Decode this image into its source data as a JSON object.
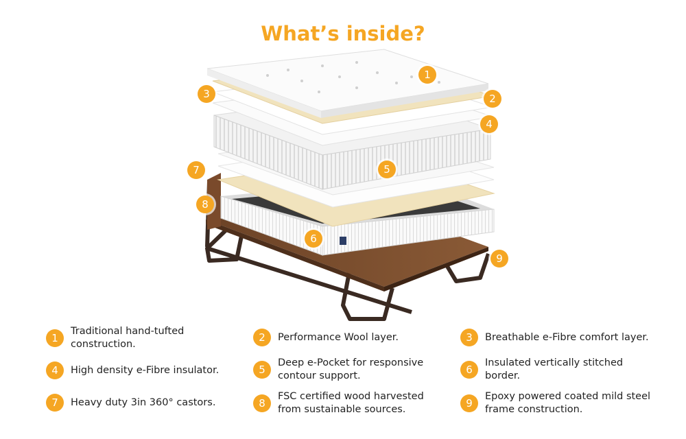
{
  "title": "What’s inside?",
  "accent_color": "#f5a623",
  "callouts": [
    "1",
    "2",
    "3",
    "4",
    "5",
    "6",
    "7",
    "8",
    "9"
  ],
  "features": [
    {
      "num": "1",
      "text": "Traditional hand-tufted construction."
    },
    {
      "num": "2",
      "text": "Performance Wool layer."
    },
    {
      "num": "3",
      "text": "Breathable e-Fibre comfort layer."
    },
    {
      "num": "4",
      "text": "High density e-Fibre insulator."
    },
    {
      "num": "5",
      "text": "Deep e-Pocket for responsive contour support."
    },
    {
      "num": "6",
      "text": "Insulated vertically stitched border."
    },
    {
      "num": "7",
      "text": "Heavy duty 3in 360° castors."
    },
    {
      "num": "8",
      "text": "FSC certified wood harvested from sustainable sources."
    },
    {
      "num": "9",
      "text": "Epoxy powered coated mild steel frame construction."
    }
  ]
}
